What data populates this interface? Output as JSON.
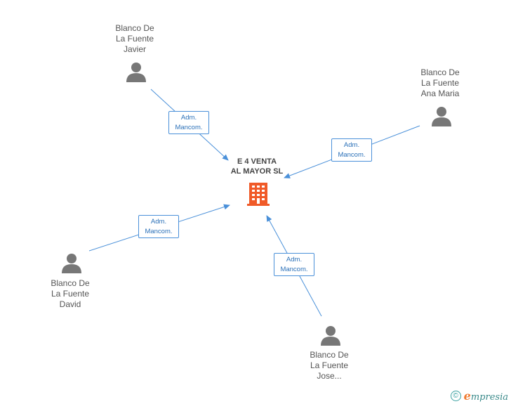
{
  "company": {
    "name_line1": "E 4 VENTA",
    "name_line2": "AL MAYOR SL",
    "icon": "building-icon",
    "color": "#f05a28"
  },
  "persons": [
    {
      "line1": "Blanco De",
      "line2": "La Fuente",
      "line3": "Javier",
      "icon": "person-icon"
    },
    {
      "line1": "Blanco De",
      "line2": "La Fuente",
      "line3": "Ana Maria",
      "icon": "person-icon"
    },
    {
      "line1": "Blanco De",
      "line2": "La Fuente",
      "line3": "David",
      "icon": "person-icon"
    },
    {
      "line1": "Blanco De",
      "line2": "La Fuente",
      "line3": "Jose...",
      "icon": "person-icon"
    }
  ],
  "edges": [
    {
      "line1": "Adm.",
      "line2": "Mancom."
    },
    {
      "line1": "Adm.",
      "line2": "Mancom."
    },
    {
      "line1": "Adm.",
      "line2": "Mancom."
    },
    {
      "line1": "Adm.",
      "line2": "Mancom."
    }
  ],
  "colors": {
    "edge": "#4a90d9",
    "person_icon": "#777777"
  },
  "footer": {
    "copyright_symbol": "©",
    "brand_initial": "e",
    "brand_rest": "mpresia"
  }
}
